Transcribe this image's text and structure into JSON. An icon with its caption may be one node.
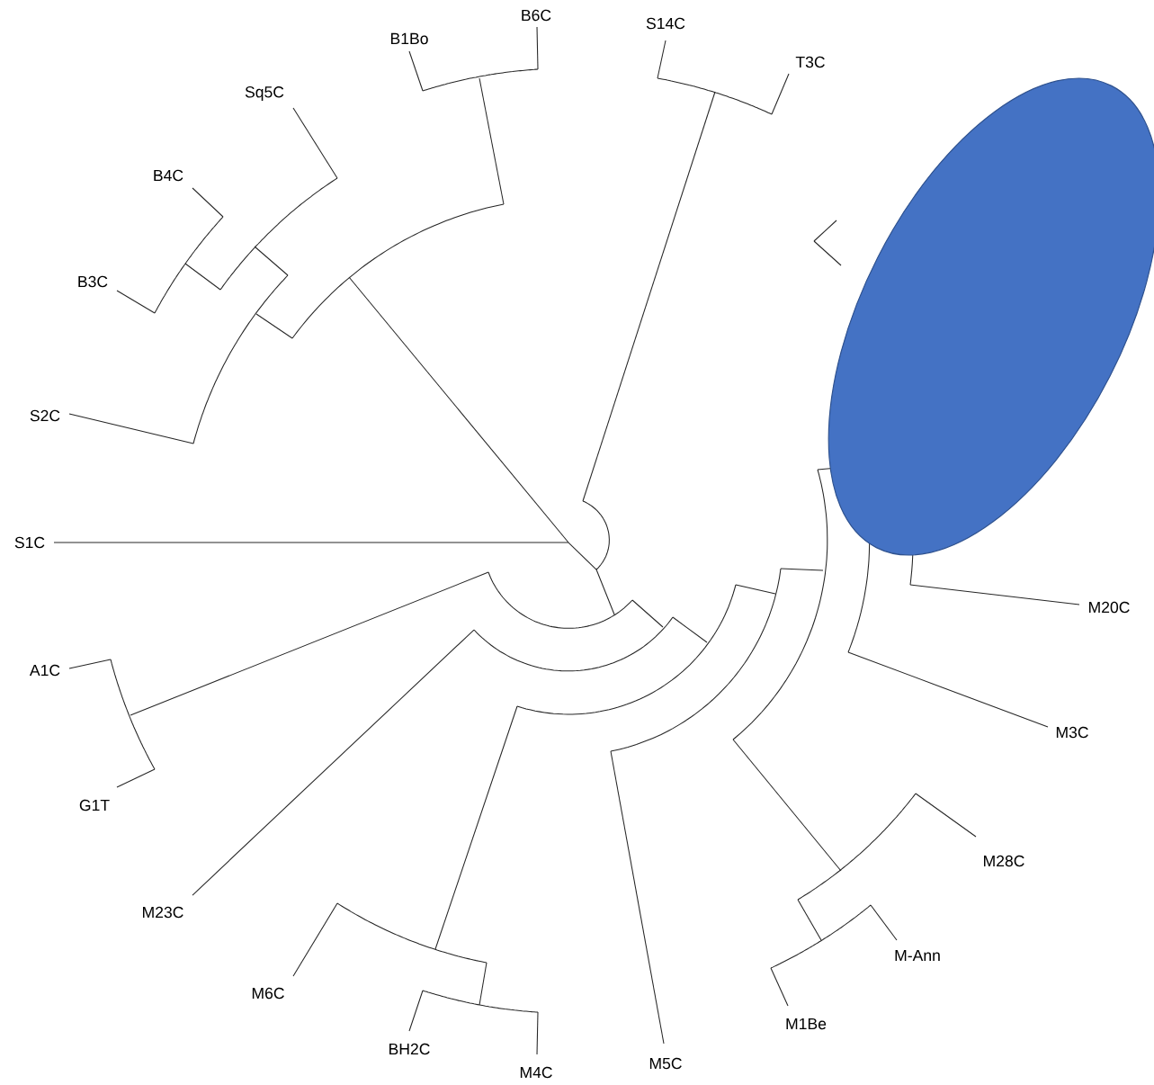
{
  "diagram": {
    "labels": [
      "B6C",
      "S14C",
      "B1Bo",
      "T3C",
      "Sq5C",
      "B4C",
      "B3C",
      "S2C",
      "S1C",
      "M20C",
      "A1C",
      "M3C",
      "G1T",
      "M28C",
      "M23C",
      "M-Ann",
      "M6C",
      "M1Be",
      "BH2C",
      "M5C",
      "M4C"
    ]
  }
}
